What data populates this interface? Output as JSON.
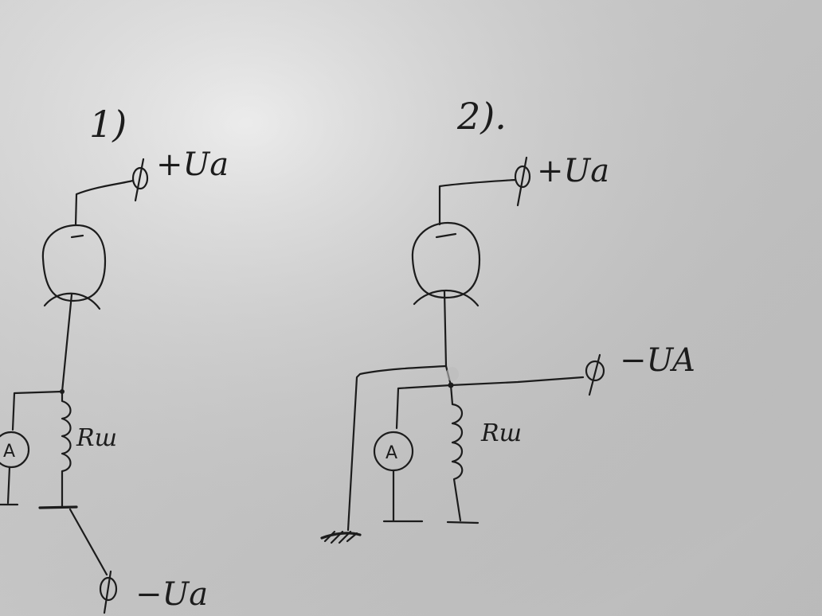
{
  "diagram": {
    "circuit_1": {
      "label": "1)",
      "supply_top": "+Ua",
      "supply_bottom": "−Ua",
      "resistor": "Rш",
      "meter": "A"
    },
    "circuit_2": {
      "label": "2).",
      "supply_top": "+Ua",
      "supply_side": "−UA",
      "resistor": "Rш",
      "meter": "A"
    }
  }
}
